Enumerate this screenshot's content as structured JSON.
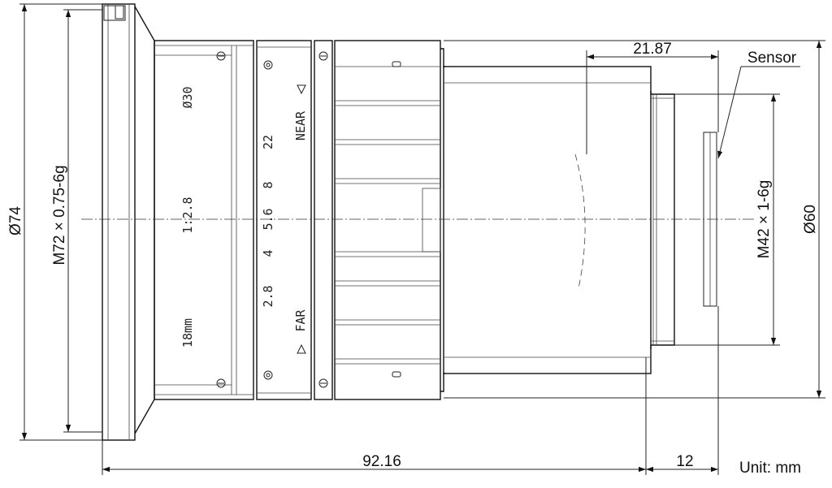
{
  "dimensions": {
    "outer_diameter": "Ø74",
    "front_thread": "M72 × 0.75-6g",
    "total_length": "92.16",
    "flange_distance": "21.87",
    "mount_thread": "M42 × 1-6g",
    "mount_diameter": "Ø60",
    "mount_length": "12"
  },
  "labels": {
    "sensor": "Sensor",
    "unit": "Unit: mm"
  },
  "aperture_ring": {
    "focal_length": "18mm",
    "max_aperture": "1:2.8",
    "filter": "Ø30"
  },
  "aperture_scale": [
    "2.8",
    "4",
    "5.6",
    "8",
    "22"
  ],
  "focus_ring": {
    "near": "NEAR",
    "far": "FAR"
  }
}
